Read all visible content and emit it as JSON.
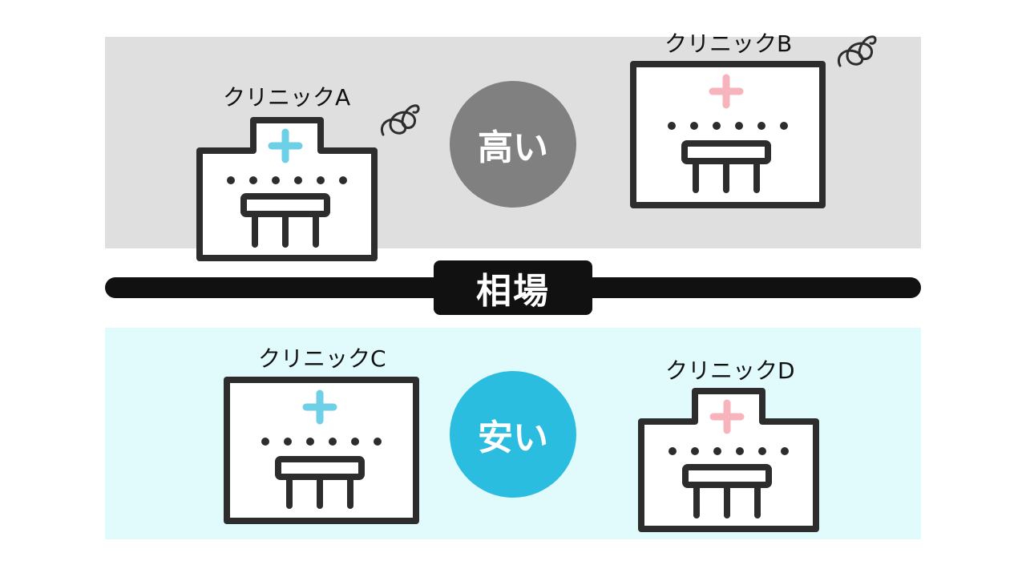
{
  "center_label": "相場",
  "high": {
    "label": "高い",
    "color": "#808080",
    "band_color": "#e0dfdf"
  },
  "low": {
    "label": "安い",
    "color": "#2bbde0",
    "band_color": "#e1fbfd"
  },
  "clinics": [
    {
      "name": "クリニックA",
      "cross_color": "#6ed0e6"
    },
    {
      "name": "クリニックB",
      "cross_color": "#f7b4bd"
    },
    {
      "name": "クリニックC",
      "cross_color": "#6ed0e6"
    },
    {
      "name": "クリニックD",
      "cross_color": "#f7b4bd"
    }
  ]
}
